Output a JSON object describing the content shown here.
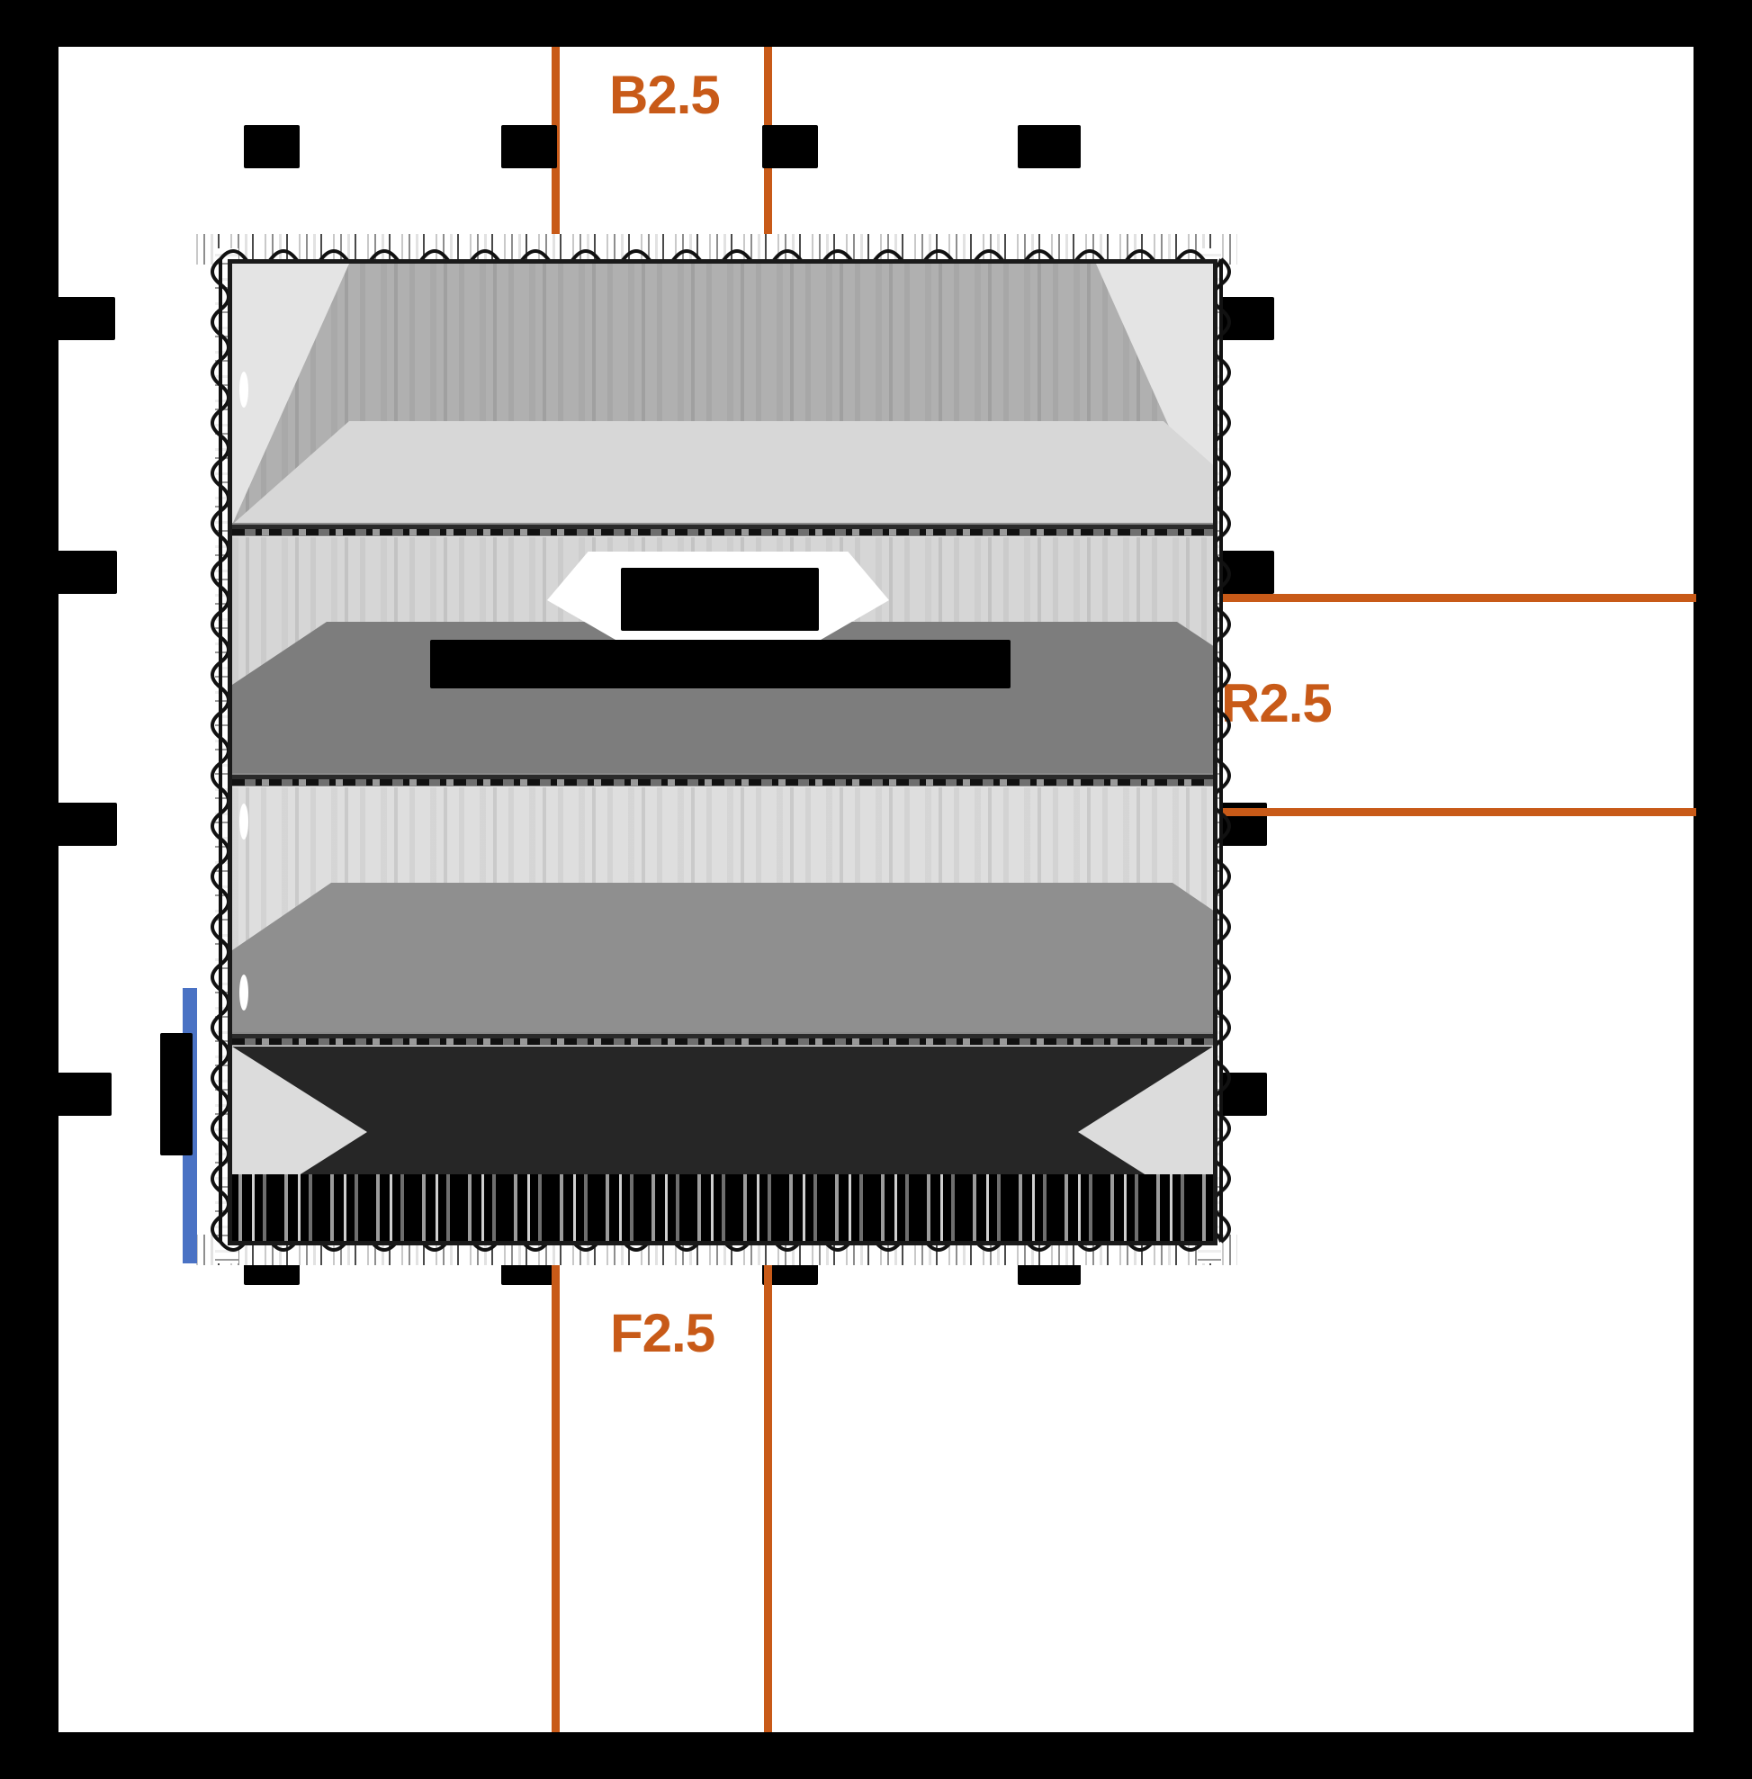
{
  "page": {
    "title": "Redacted building section drawing",
    "background_color": "#000000",
    "sheet_color": "#ffffff",
    "accent_color": "#c85a18",
    "selection_color": "#4a72c4"
  },
  "section_markers": [
    {
      "id": "marker-b25",
      "label": "B2.5",
      "orientation": "vertical",
      "position": "top"
    },
    {
      "id": "marker-r25",
      "label": "R2.5",
      "orientation": "horizontal",
      "position": "right"
    },
    {
      "id": "marker-f25",
      "label": "F2.5",
      "orientation": "vertical",
      "position": "bottom"
    }
  ],
  "grid_labels": {
    "top": [
      "",
      "",
      "",
      ""
    ],
    "bottom": [
      "",
      "",
      "",
      ""
    ],
    "left": [
      "",
      "",
      "",
      ""
    ],
    "right": [
      "",
      "",
      "",
      ""
    ]
  },
  "annotations": {
    "center_title": "",
    "center_subtitle": "",
    "left_callout": ""
  },
  "chart_data": {
    "type": "table",
    "title": "",
    "categories": [],
    "values": []
  }
}
